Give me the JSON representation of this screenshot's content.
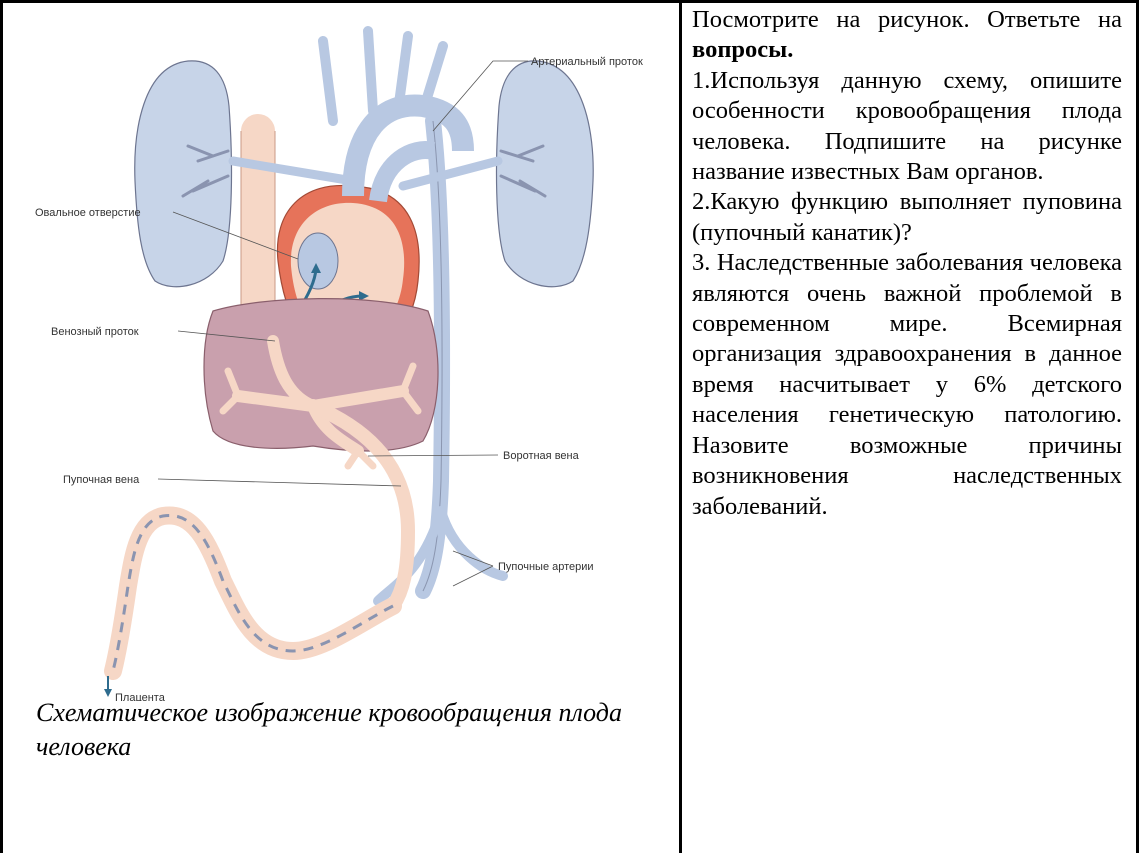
{
  "figure": {
    "labels": {
      "arterial_duct": "Артериальный проток",
      "oval_opening": "Овальное отверстие",
      "venous_duct": "Венозный проток",
      "portal_vein": "Воротная вена",
      "umbilical_vein": "Пупочная вена",
      "umbilical_arteries": "Пупочные артерии",
      "placenta": "Плацента"
    },
    "caption": "Схематическое изображение кровообращения плода человека"
  },
  "task": {
    "intro_start": "Посмотрите на рисунок. Ответьте на ",
    "intro_bold": "вопросы.",
    "q1": "1.Используя данную схему, опишите особенности кровообращения плода человека. Подпишите на рисунке название известных Вам органов.",
    "q2": "2.Какую функцию выполняет пуповина (пупочный канатик)?",
    "q3": "3. Наследственные заболевания человека являются очень важной проблемой в современном мире. Всемирная организация здравоохранения в данное время насчитывает у 6% детского населения генетическую патологию. Назовите возможные причины возникновения наследственных заболеваний."
  },
  "colors": {
    "lung": "#c7d4e8",
    "vessel_blue": "#b8c8e2",
    "liver": "#c9a0ad",
    "vein_peach": "#f6d7c6",
    "heart_red": "#e6735a",
    "outline": "#6d7590"
  }
}
